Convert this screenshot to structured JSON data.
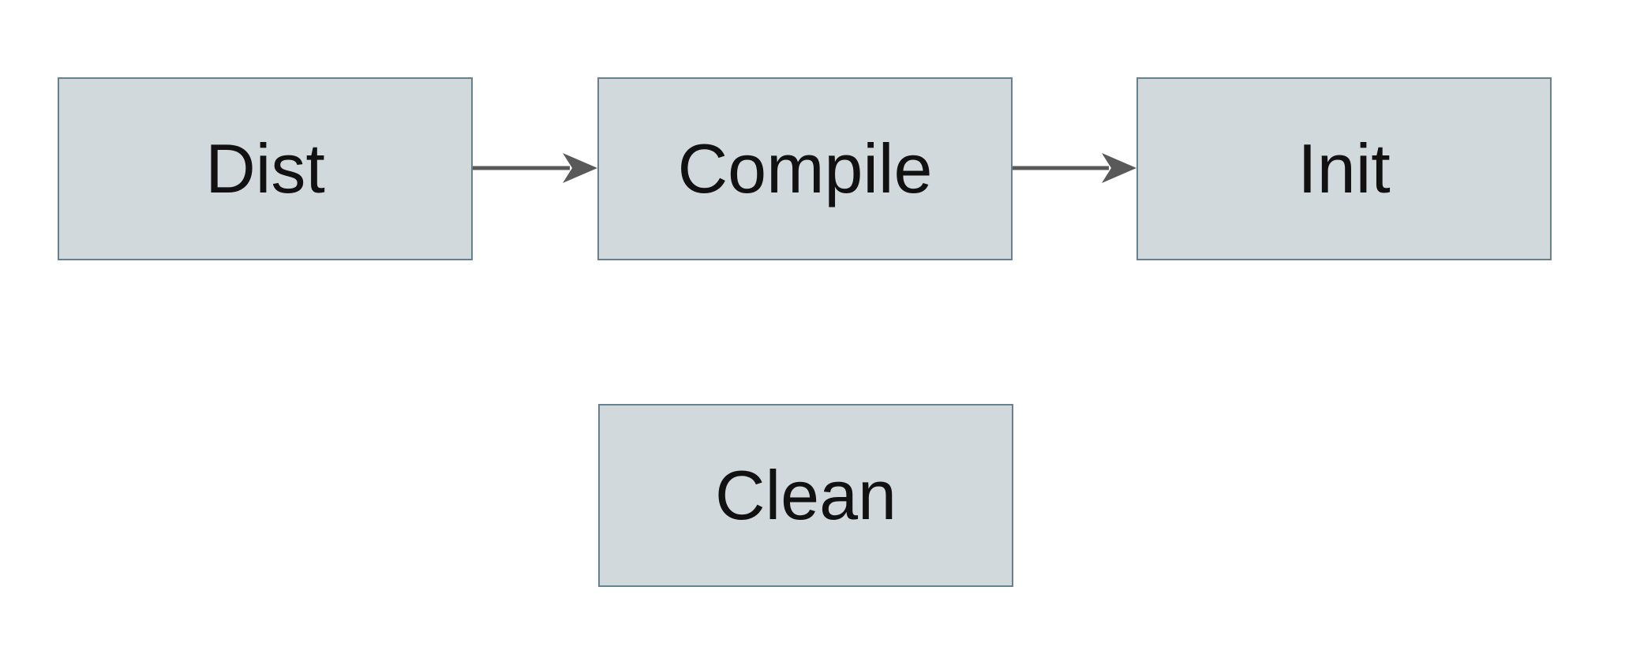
{
  "diagram": {
    "nodes": [
      {
        "id": "dist",
        "label": "Dist"
      },
      {
        "id": "compile",
        "label": "Compile"
      },
      {
        "id": "init",
        "label": "Init"
      },
      {
        "id": "clean",
        "label": "Clean"
      }
    ],
    "edges": [
      {
        "from": "Dist",
        "to": "Compile"
      },
      {
        "from": "Compile",
        "to": "Init"
      }
    ],
    "colors": {
      "node_fill": "#d2d9dc",
      "node_border": "#67828f",
      "arrow": "#595959",
      "text": "#111111",
      "background": "#ffffff"
    }
  }
}
